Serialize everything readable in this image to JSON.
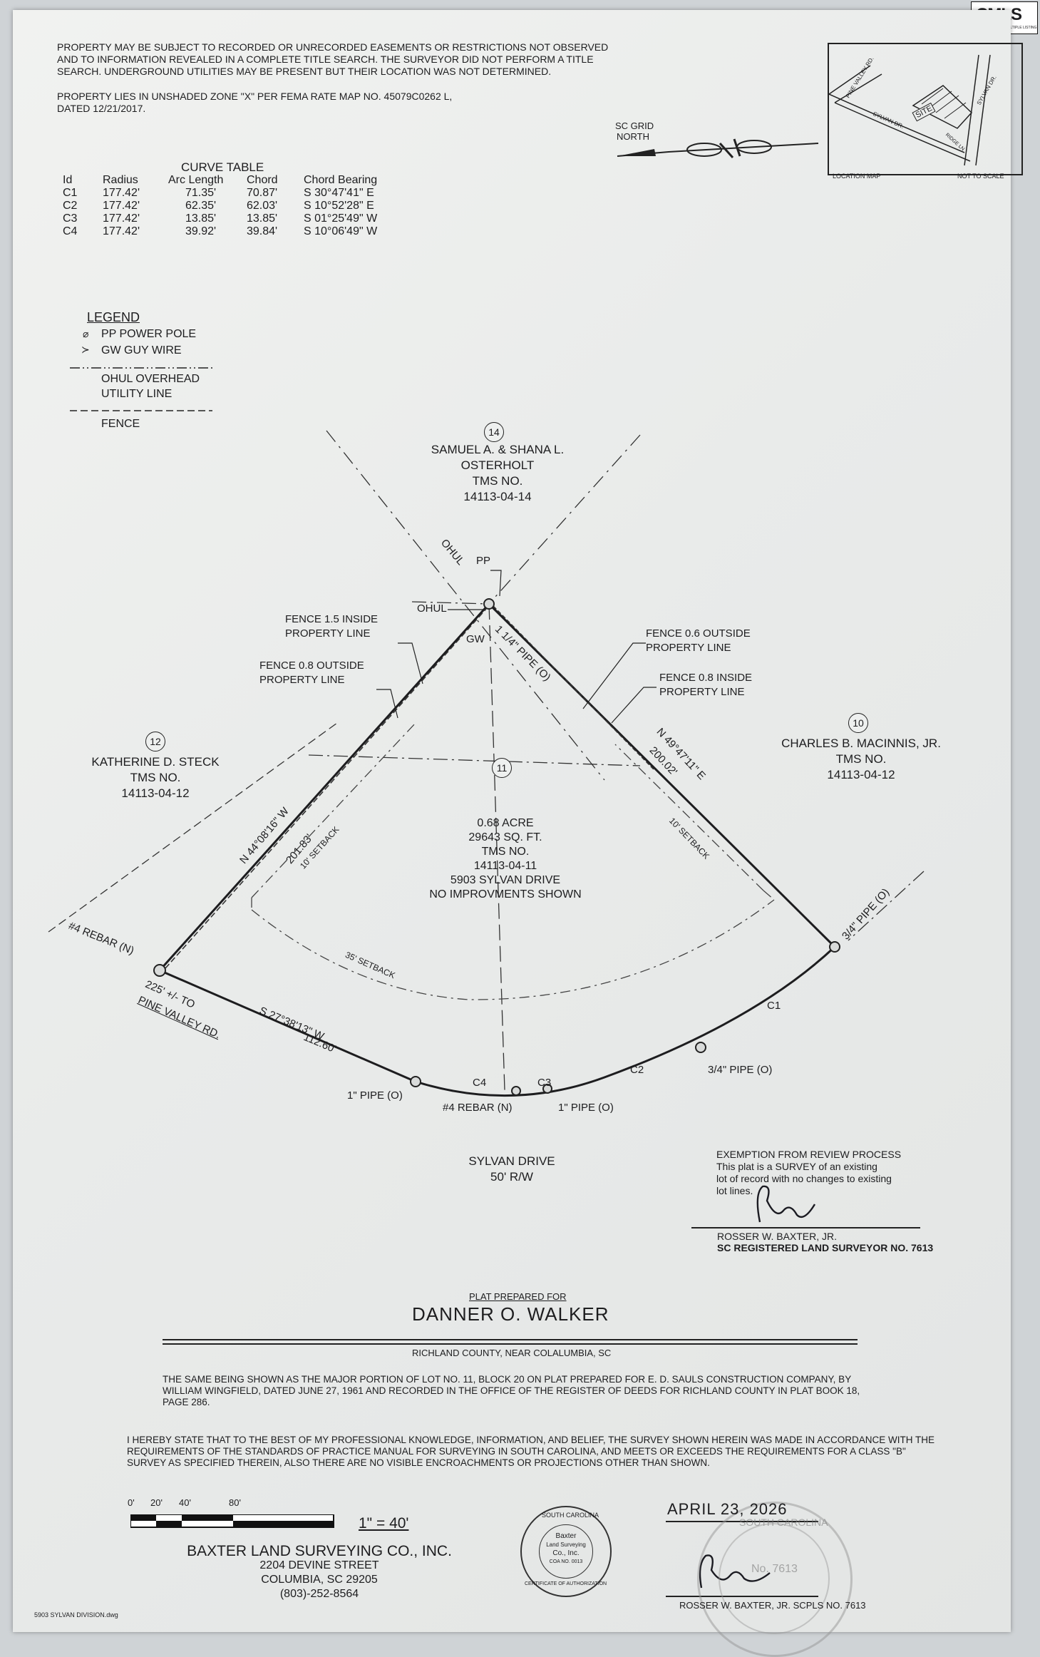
{
  "watermark": {
    "logo_text": "CMLS",
    "tagline": "CONSOLIDATED MULTIPLE LISTING SERVICE"
  },
  "notes": {
    "title_search": "PROPERTY MAY BE SUBJECT TO RECORDED OR UNRECORDED EASEMENTS OR RESTRICTIONS NOT OBSERVED AND TO INFORMATION REVEALED IN A COMPLETE TITLE SEARCH. THE SURVEYOR DID NOT PERFORM A TITLE SEARCH. UNDERGROUND UTILITIES MAY BE PRESENT BUT THEIR LOCATION WAS NOT DETERMINED.",
    "flood_zone": "PROPERTY LIES IN UNSHADED ZONE \"X\" PER FEMA RATE MAP NO. 45079C0262 L, DATED 12/21/2017."
  },
  "north_arrow": {
    "line1": "SC GRID",
    "line2": "NORTH"
  },
  "location_map": {
    "pine_valley": "PINE VALLEY RD.",
    "sylvan_dr": "SYLVAN DR.",
    "sylvan_dr_right": "SYLVAN DR.",
    "site": "SITE",
    "ridge": "RIDGE LN",
    "caption": "LOCATION MAP",
    "scale_note": "NOT TO SCALE"
  },
  "curve_table": {
    "title": "CURVE TABLE",
    "headers": [
      "Id",
      "Radius",
      "Arc Length",
      "Chord",
      "Chord Bearing"
    ],
    "rows": [
      [
        "C1",
        "177.42'",
        "71.35'",
        "70.87'",
        "S 30°47'41\" E"
      ],
      [
        "C2",
        "177.42'",
        "62.35'",
        "62.03'",
        "S 10°52'28\" E"
      ],
      [
        "C3",
        "177.42'",
        "13.85'",
        "13.85'",
        "S 01°25'49\" W"
      ],
      [
        "C4",
        "177.42'",
        "39.92'",
        "39.84'",
        "S 10°06'49\" W"
      ]
    ]
  },
  "legend": {
    "title": "LEGEND",
    "power_pole": "PP  POWER POLE",
    "guy_wire": "GW  GUY WIRE",
    "ohul1": "OHUL OVERHEAD",
    "ohul2": "UTILITY LINE",
    "fence": "FENCE"
  },
  "owners": {
    "n14": "14",
    "north_name1": "SAMUEL A. & SHANA L.",
    "north_name2": "OSTERHOLT",
    "north_tms": "TMS NO.",
    "north_num": "14113-04-14",
    "n12": "12",
    "west_name": "KATHERINE D. STECK",
    "west_tms": "TMS NO.",
    "west_num": "14113-04-12",
    "n10": "10",
    "east_name": "CHARLES B. MACINNIS, JR.",
    "east_tms": "TMS NO.",
    "east_num": "14113-04-12",
    "n11": "11"
  },
  "lot": {
    "area": "0.68 ACRE",
    "sqft": "29643 SQ. FT.",
    "tms": "TMS NO.",
    "num": "14113-04-11",
    "address": "5903 SYLVAN DRIVE",
    "improvements": "NO IMPROVMENTS SHOWN"
  },
  "labels": {
    "pp": "PP",
    "ohul_diag": "OHUL",
    "ohul_horiz": "OHUL",
    "gw": "GW",
    "pipe_top": "1 1/4\" PIPE (O)",
    "fence15_1": "FENCE 1.5 INSIDE",
    "fence15_2": "PROPERTY LINE",
    "fence08o_1": "FENCE 0.8 OUTSIDE",
    "fence08o_2": "PROPERTY LINE",
    "fence06_1": "FENCE 0.6 OUTSIDE",
    "fence06_2": "PROPERTY LINE",
    "fence08i_1": "FENCE 0.8 INSIDE",
    "fence08i_2": "PROPERTY LINE",
    "ne_bearing": "N 49°47'11\" E",
    "ne_dist": "200.02'",
    "nw_bearing": "N 44°08'16\" W",
    "nw_dist": "201.83'",
    "setback_w": "10' SETBACK",
    "setback_e": "10' SETBACK",
    "setback_front": "35' SETBACK",
    "rebar_w": "#4 REBAR (N)",
    "to_pine1": "225' +/- TO",
    "to_pine2": "PINE VALLEY RD.",
    "sw_bearing": "S 27°38'13\" W",
    "sw_dist": "112.60'",
    "pipe_e": "3/4\" PIPE (O)",
    "c1": "C1",
    "c2": "C2",
    "c3": "C3",
    "c4": "C4",
    "pipe_c2": "3/4\" PIPE (O)",
    "pipe_c4": "1\" PIPE (O)",
    "rebar_s": "#4 REBAR (N)",
    "pipe_c3": "1\" PIPE (O)"
  },
  "street": {
    "name": "SYLVAN DRIVE",
    "row": "50' R/W"
  },
  "exemption": {
    "title": "EXEMPTION FROM REVIEW PROCESS",
    "line1": "This plat is a SURVEY of an existing",
    "line2": "lot of record with no changes to existing",
    "line3": "lot lines.",
    "signer": "ROSSER W. BAXTER, JR.",
    "registration": "SC REGISTERED LAND SURVEYOR NO. 7613"
  },
  "title_block": {
    "prepared_for": "PLAT PREPARED FOR",
    "client": "DANNER O. WALKER",
    "location": "RICHLAND COUNTY, NEAR COLALUMBIA, SC",
    "description": "THE SAME BEING SHOWN AS THE MAJOR PORTION OF LOT NO. 11, BLOCK 20 ON PLAT PREPARED FOR E. D. SAULS CONSTRUCTION COMPANY, BY WILLIAM WINGFIELD, DATED JUNE 27, 1961 AND RECORDED IN THE OFFICE OF THE REGISTER OF DEEDS FOR RICHLAND COUNTY IN PLAT BOOK 18, PAGE 286.",
    "certification": "I HEREBY STATE THAT TO THE BEST OF MY PROFESSIONAL KNOWLEDGE, INFORMATION, AND BELIEF, THE SURVEY SHOWN HEREIN WAS MADE IN ACCORDANCE WITH THE REQUIREMENTS OF THE STANDARDS OF PRACTICE MANUAL FOR SURVEYING IN SOUTH CAROLINA, AND MEETS OR EXCEEDS THE REQUIREMENTS FOR A CLASS \"B\" SURVEY AS SPECIFIED THEREIN, ALSO THERE ARE NO VISIBLE ENCROACHMENTS OR PROJECTIONS OTHER THAN SHOWN.",
    "scale_ticks": [
      "0'",
      "20'",
      "40'",
      "80'"
    ],
    "scale": "1\" = 40'",
    "date": "APRIL 23, 2026",
    "company": "BAXTER LAND SURVEYING CO., INC.",
    "street": "2204 DEVINE STREET",
    "city": "COLUMBIA, SC 29205",
    "phone": "(803)-252-8564",
    "file": "5903 SYLVAN DIVISION.dwg",
    "surveyor": "ROSSER W. BAXTER, JR.  SCPLS NO. 7613",
    "seal_state": "SOUTH CAROLINA",
    "seal_line1": "Baxter",
    "seal_line2": "Land Surveying",
    "seal_line3": "Co., Inc.",
    "seal_coa": "COA NO. 0013",
    "seal_bottom": "CERTIFICATE OF AUTHORIZATION",
    "stamp_state": "SOUTH CAROLINA",
    "stamp_no": "No. 7613"
  }
}
